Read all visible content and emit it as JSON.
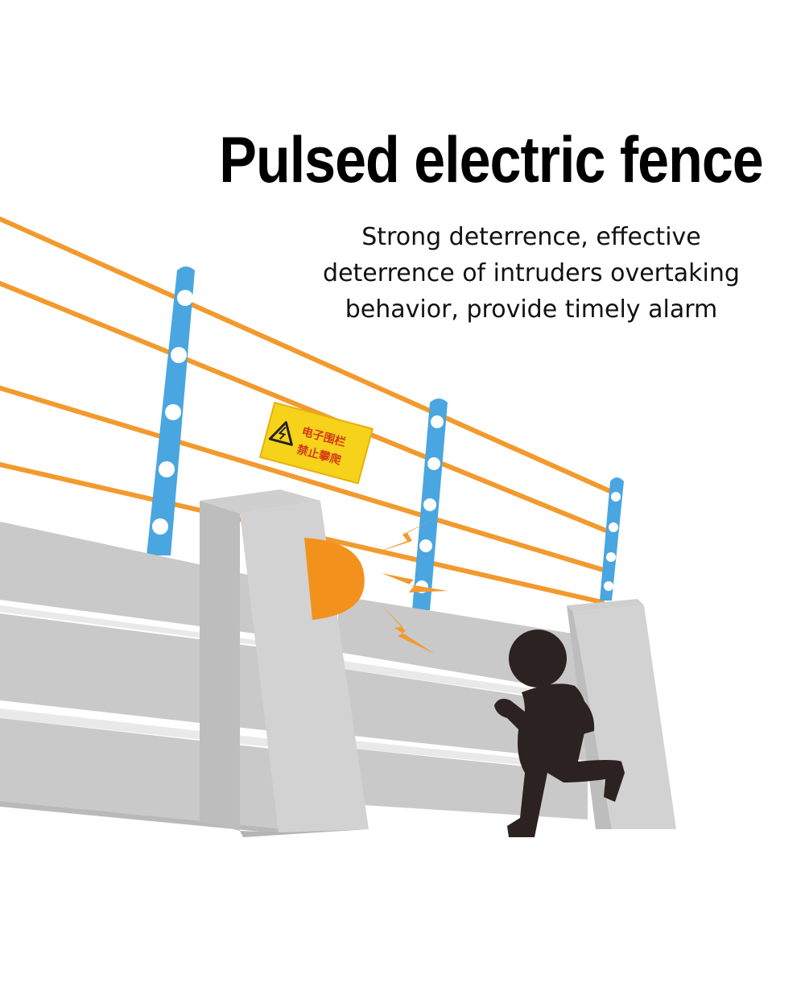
{
  "heading": {
    "title": "Pulsed electric fence",
    "subtitle_lines": [
      "Strong deterrence, effective",
      "deterrence of intruders overtaking",
      "behavior, provide timely alarm"
    ]
  },
  "warning_sign": {
    "line1": "电子围栏",
    "line2": "禁止攀爬"
  },
  "colors": {
    "wire": "#f29a2e",
    "post": "#4aa6e0",
    "wall": "#c9c9c9",
    "alarm": "#f2921d",
    "sign": "#f6d21a",
    "sign_text": "#d43a1a",
    "intruder": "#2b2221"
  },
  "icons": {
    "warning": "warning-triangle-icon",
    "alarm": "alarm-dome-icon",
    "pulse": "lightning-bolt-icon",
    "intruder": "running-person-icon"
  }
}
